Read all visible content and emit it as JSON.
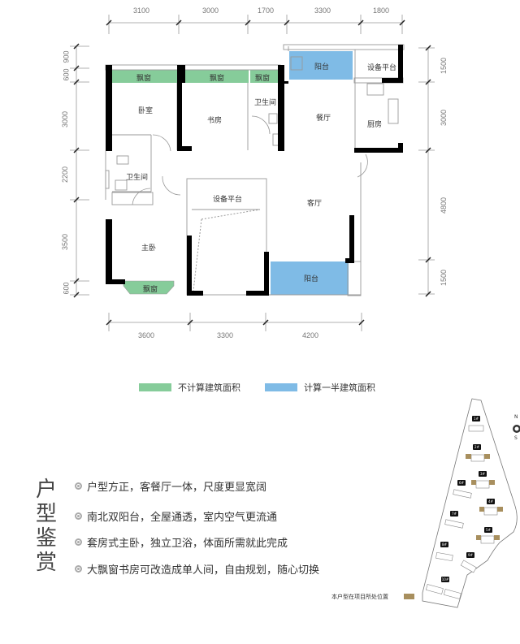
{
  "dimensions": {
    "top": [
      "3100",
      "3000",
      "1700",
      "3300",
      "1800"
    ],
    "bottom": [
      "3600",
      "3300",
      "4200"
    ],
    "left": [
      "900",
      "600",
      "3000",
      "2200",
      "3500",
      "600"
    ],
    "right": [
      "1500",
      "3000",
      "4800",
      "1500"
    ]
  },
  "rooms": {
    "bay_window_1": "飘窗",
    "bay_window_2": "飘窗",
    "bay_window_3": "飘窗",
    "bay_window_master": "飘窗",
    "bedroom": "卧室",
    "study": "书房",
    "bathroom_1": "卫生间",
    "bathroom_2": "卫生间",
    "balcony_north": "阳台",
    "balcony_south": "阳台",
    "equipment_platform_1": "设备平台",
    "equipment_platform_2": "设备平台",
    "dining": "餐厅",
    "kitchen": "厨房",
    "living": "客厅",
    "master_bedroom": "主卧"
  },
  "legend": {
    "green_label": "不计算建筑面积",
    "blue_label": "计算一半建筑面积",
    "green_color": "#86cc9a",
    "blue_color": "#7fbbe6"
  },
  "section": {
    "title": "户型鉴赏",
    "features": [
      "户型方正，客餐厅一体，尺度更显宽阔",
      "南北双阳台，全屋通透，室内空气更流通",
      "套房式主卧，独立卫浴，体面所需就此完成",
      "大飘窗书房可改造成单人间，自由规划，随心切换"
    ]
  },
  "site_map": {
    "location_label": "本户型在项目所处位置",
    "highlight_color": "#a88f5e",
    "compass_n": "N",
    "compass_s": "S",
    "buildings": [
      "1#",
      "2#",
      "3#",
      "4#",
      "5#",
      "6#",
      "7#",
      "8#",
      "9#",
      "10#"
    ]
  }
}
